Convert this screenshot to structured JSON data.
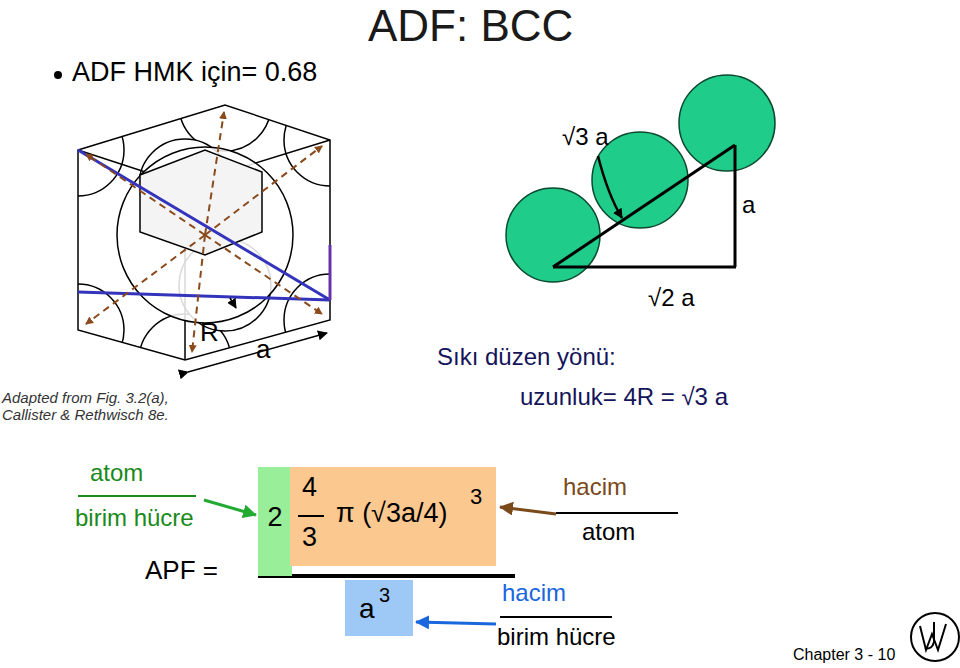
{
  "diagram": {
    "title": "ADF: BCC",
    "nodes": [
      {
        "text": [
          "2"
        ]
      },
      {
        "text": [
          "4",
          "3",
          "π (√3a/4)",
          "3"
        ]
      },
      {
        "text": [
          "a",
          "3"
        ]
      }
    ],
    "labels": [
      "ADF HMK için= 0.68",
      "Adapted from Fig. 3.2(a), Callister & Rethwisch 8e.",
      "R",
      "a",
      "√3 a",
      "a",
      "√2 a",
      "Sıkı düzen yönü:",
      "uzunluk= 4R = √3 a",
      "atom",
      "birim hücre",
      "APF =",
      "hacim",
      "atom",
      "hacim",
      "birim hücre",
      "Chapter 3 - 10"
    ]
  }
}
